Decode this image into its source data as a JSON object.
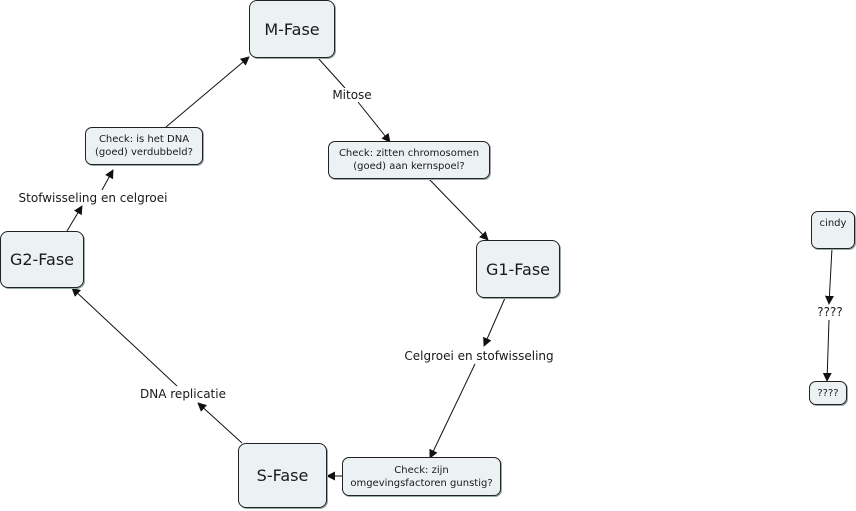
{
  "concepts": {
    "m_fase": "M-Fase",
    "g1_fase": "G1-Fase",
    "s_fase": "S-Fase",
    "g2_fase": "G2-Fase",
    "check_chromosomen": "Check: zitten chromosomen (goed) aan kernspoel?",
    "check_omgeving": "Check: zijn omgevingsfactoren gunstig?",
    "check_dna": "Check: is het DNA (goed) verdubbeld?",
    "cindy": "cindy",
    "unknown_target": "????"
  },
  "linking_phrases": {
    "mitose": "Mitose",
    "celgroei_stofwisseling": "Celgroei en stofwisseling",
    "dna_replicatie": "DNA replicatie",
    "stofwisseling_celgroei": "Stofwisseling en celgroei",
    "unknown_link": "????"
  },
  "colors": {
    "node_fill": "#ecf1f4",
    "node_border": "#222222",
    "edge": "#111111"
  }
}
